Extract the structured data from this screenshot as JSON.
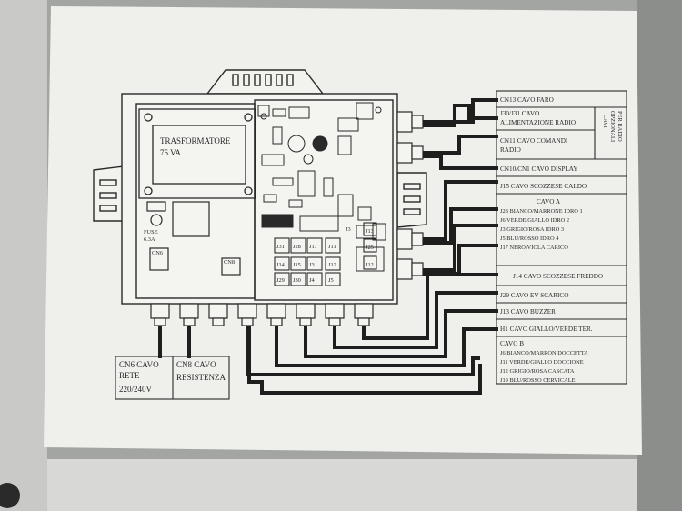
{
  "diagram": {
    "transformer": {
      "line1": "TRASFORMATORE",
      "line2": "75 VA"
    },
    "board_labels": {
      "fuse": "FUSE",
      "fuse_rating": "6.3A",
      "cn6": "CN6",
      "cn8": "CN8"
    },
    "chip_labels": [
      "J11",
      "J14",
      "J15",
      "J13",
      "J12",
      "J29",
      "J30",
      "J5",
      "J4",
      "J31",
      "J28",
      "J17",
      "J3",
      "J12",
      "J25",
      "J3"
    ],
    "right_labels": {
      "cn13": "CN13 CAVO FARO",
      "j30_line1": "J30/J31 CAVO",
      "j30_line2": "ALIMENTAZIONE RADIO",
      "cn11_line1": "CN11 CAVO COMANDI",
      "cn11_line2": "RADIO",
      "optional_line1": "CAVI",
      "optional_line2": "OPZIONALI",
      "optional_line3": "PER RADIO",
      "cn10": "CN10/CN1 CAVO DISPLAY",
      "j15": "J15 CAVO SCOZZESE CALDO",
      "cavo_a_title": "CAVO A",
      "cavo_a_items": [
        "J28 BIANCO/MARRONE IDRO 1",
        "J6 VERDE/GIALLO   IDRO 2",
        "J3 GRIGIO/ROSA   IDRO 3",
        "J5 BLU/ROSSO    IDRO 4",
        "J17 NERO/VIOLA CARICO"
      ],
      "j14": "J14 CAVO SCOZZESE FREDDO",
      "j29": "J29 CAVO EV SCARICO",
      "j13": "J13 CAVO BUZZER",
      "h1": "H1 CAVO GIALLO/VERDE TER.",
      "cavo_b_title": "CAVO B",
      "cavo_b_items": [
        "J6 BIANCO/MARRON DOCCETTA",
        "J11 VERDE/GIALLO DOCCIONE",
        "J12 GRIGIO/ROSA CASCATA",
        "J19 BLU/ROSSO CERVICALE"
      ]
    },
    "bottom_labels": {
      "cn6_line1": "CN6  CAVO",
      "cn6_line2": "RETE",
      "cn6_line3": "220/240V",
      "cn8_line1": "CN8  CAVO",
      "cn8_line2": "RESISTENZA"
    }
  },
  "colors": {
    "paper": "#efefec",
    "ink": "#2a2a2a",
    "background": "#9d9f9c"
  }
}
